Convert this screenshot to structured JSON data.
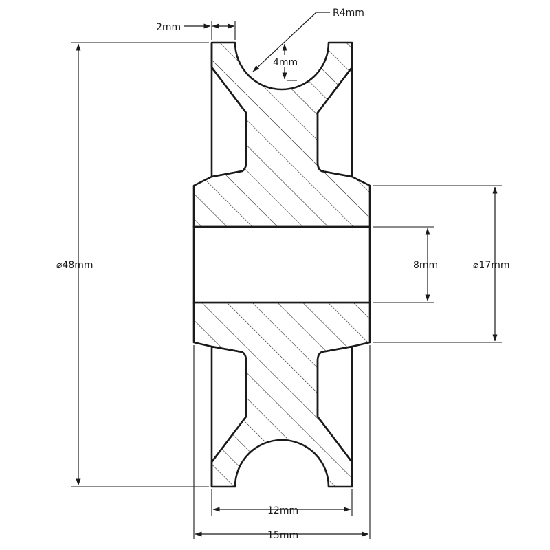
{
  "dimensions": {
    "groove_width": "2mm",
    "groove_radius": "R4mm",
    "groove_depth": "4mm",
    "outer_diameter": "⌀48mm",
    "bore_diameter": "8mm",
    "hub_diameter": "⌀17mm",
    "rim_width": "12mm",
    "hub_width": "15mm"
  }
}
